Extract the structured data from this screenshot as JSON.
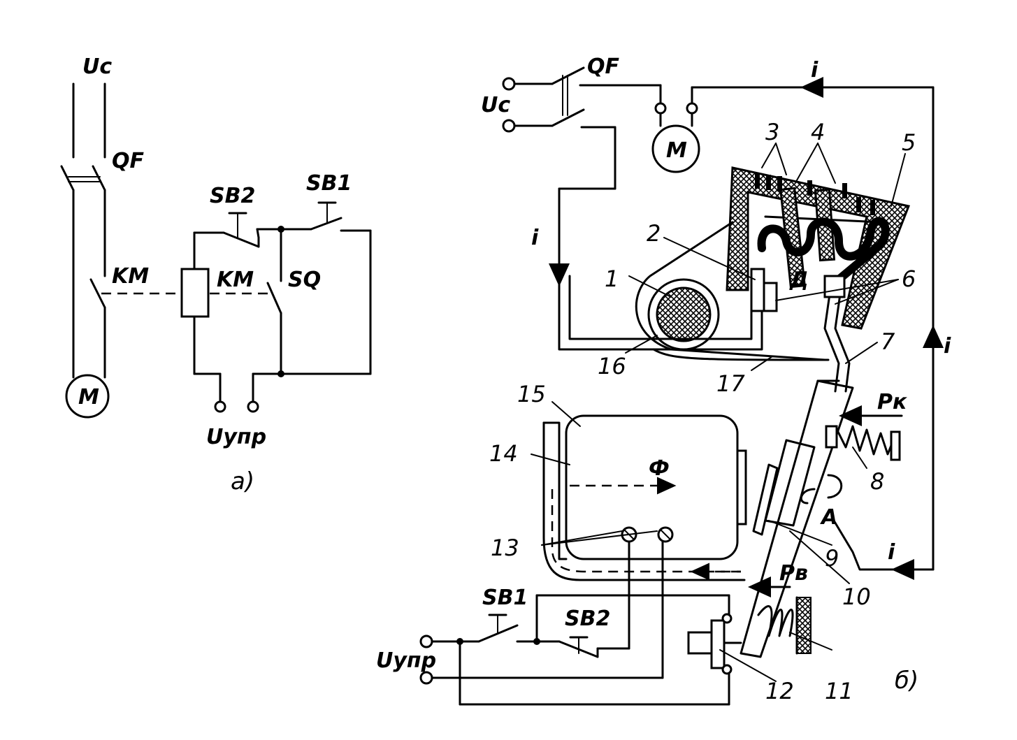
{
  "figure_a": {
    "supply_label": "Uc",
    "breaker_label": "QF",
    "contactor_contact_label": "KM",
    "contactor_coil_label": "KM",
    "motor_label": "M",
    "button_stop_label": "SB2",
    "button_start_label": "SB1",
    "limit_switch_label": "SQ",
    "control_voltage_label": "Uупр",
    "caption": "a)"
  },
  "figure_b": {
    "breaker_label": "QF",
    "supply_label": "Uc",
    "motor_label": "M",
    "current_label_top": "i",
    "current_label_left": "i",
    "current_label_right": "i",
    "current_label_bottom": "i",
    "arc_label": "Д",
    "point_label": "A",
    "flux_label": "Ф",
    "force_contact_label": "Pк",
    "force_return_label": "Pв",
    "button_start_label": "SB1",
    "button_stop_label": "SB2",
    "control_voltage_label": "Uупр",
    "caption": "б)",
    "part_numbers": [
      "1",
      "2",
      "3",
      "4",
      "5",
      "6",
      "7",
      "8",
      "9",
      "10",
      "11",
      "12",
      "13",
      "14",
      "15",
      "16",
      "17"
    ]
  }
}
